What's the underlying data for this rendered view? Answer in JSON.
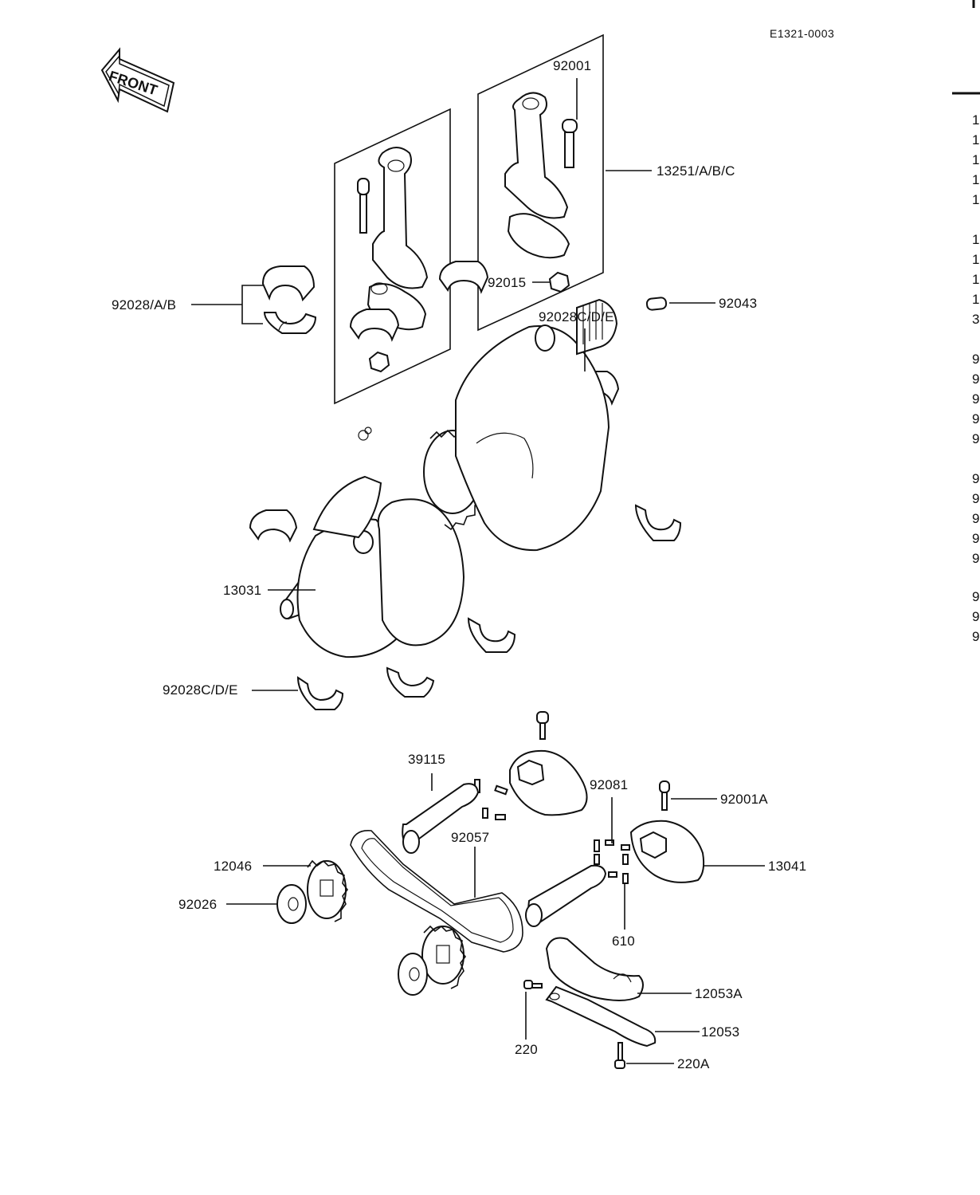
{
  "document_id": "E1321-0003",
  "front_marker": "FRONT",
  "callouts": {
    "con_rod_bolt": "92001",
    "con_rod_assy": "13251/A/B/C",
    "rod_bearing_upper": "92028/A/B",
    "rod_nut": "92015",
    "main_bearing_upper": "92028C/D/E",
    "dowel_pin": "92043",
    "crankshaft": "13031",
    "main_bearing_lower": "92028C/D/E",
    "balancer_shaft": "39115",
    "spring": "92081",
    "balancer_bolt": "92001A",
    "balancer_chain": "92057",
    "balancer_sprocket": "12046",
    "balancer_weight": "13041",
    "washer": "92026",
    "pin": "610",
    "chain_guide": "12053A",
    "guide_bolt": "220",
    "chain_tensioner": "12053",
    "tensioner_bolt": "220A"
  },
  "right_edge_marks": [
    "1",
    "1",
    "1",
    "1",
    "1",
    "1",
    "1",
    "1",
    "1",
    "3",
    "9",
    "9",
    "9",
    "9",
    "9",
    "9",
    "9",
    "9",
    "9",
    "9",
    "9",
    "9",
    "9"
  ]
}
